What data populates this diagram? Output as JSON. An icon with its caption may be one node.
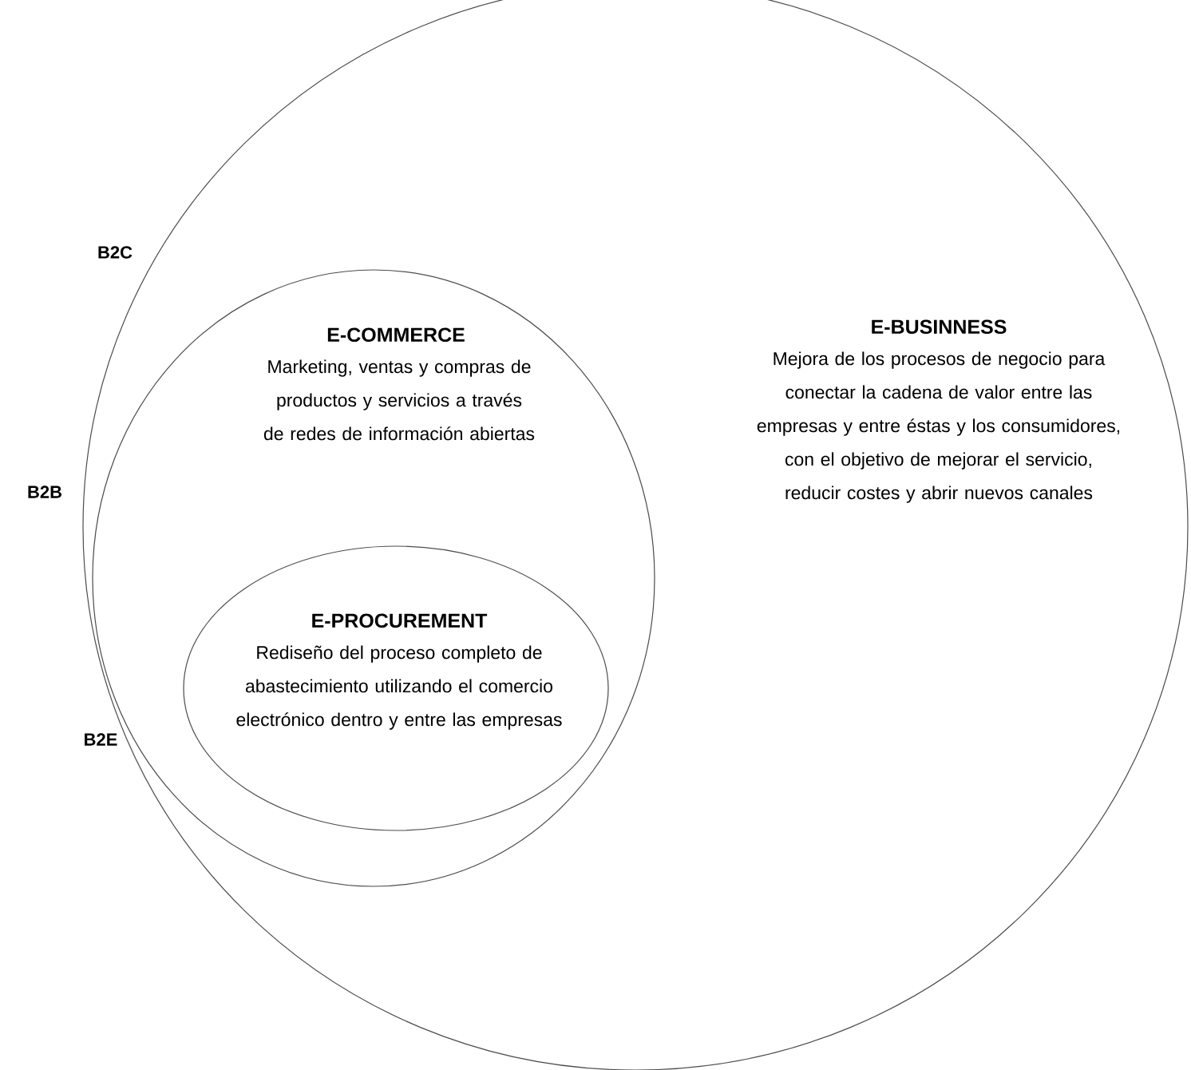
{
  "diagram": {
    "nodes": [
      {
        "text": [
          "E-BUSINNESS",
          "Mejora de los procesos de negocio para conectar la cadena de valor entre las empresas y entre éstas y los consumidores, con el objetivo de mejorar el servicio, reducir costes y abrir nuevos canales"
        ]
      },
      {
        "text": [
          "E-COMMERCE",
          "Marketing, ventas y compras de productos y servicios a través de redes de información abiertas"
        ],
        "in": 0
      },
      {
        "text": [
          "E-PROCUREMENT",
          "Rediseño del proceso completo de abastecimiento utilizando el comercio electrónico dentro y entre las empresas"
        ],
        "in": 1
      }
    ],
    "labels": [
      "B2C",
      "B2B",
      "B2E"
    ]
  }
}
